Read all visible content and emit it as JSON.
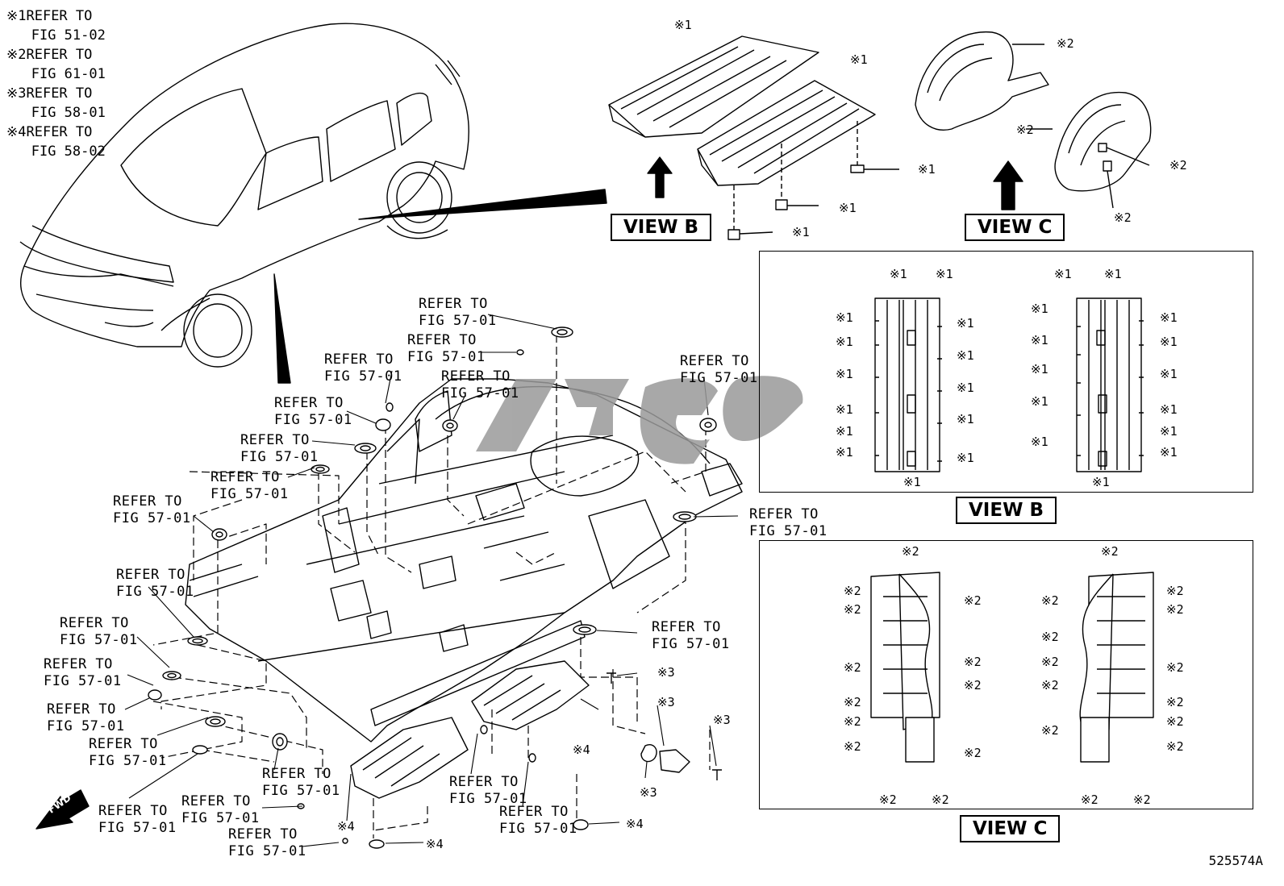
{
  "legend": [
    {
      "mark": "※1",
      "line1": "REFER TO",
      "line2": "FIG 51-02"
    },
    {
      "mark": "※2",
      "line1": "REFER TO",
      "line2": "FIG 61-01"
    },
    {
      "mark": "※3",
      "line1": "REFER TO",
      "line2": "FIG 58-01"
    },
    {
      "mark": "※4",
      "line1": "REFER TO",
      "line2": "FIG 58-02"
    }
  ],
  "refer": {
    "line1": "REFER TO",
    "line2": "FIG 57-01"
  },
  "marks": {
    "m1": "※1",
    "m2": "※2",
    "m3": "※3",
    "m4": "※4"
  },
  "views": {
    "b": "VIEW B",
    "c": "VIEW C"
  },
  "fwd": "FWD",
  "part_number": "525574A"
}
